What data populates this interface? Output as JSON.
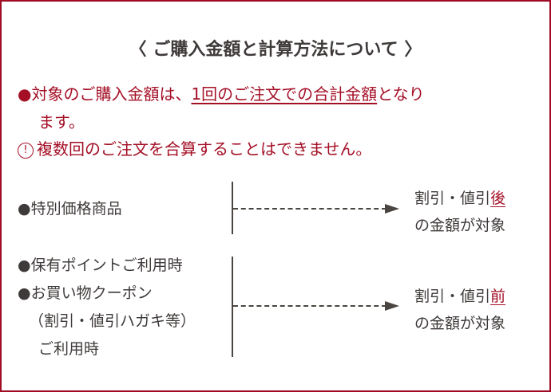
{
  "title": "〈 ご購入金額と計算方法について 〉",
  "notice": {
    "bullet": "●",
    "line1_prefix": "対象のご購入金額は、",
    "line1_underlined": "1回のご注文での合計金額",
    "line1_suffix": "となり",
    "line2": "ます。",
    "warning_icon": "!",
    "warning_text": "複数回のご注文を合算することはできません。"
  },
  "rows": [
    {
      "left": [
        "●特別価格商品"
      ],
      "right_prefix": "割引・値引",
      "right_highlight": "後",
      "right_line2": "の金額が対象"
    },
    {
      "left": [
        "●保有ポイントご利用時",
        "●お買い物クーポン",
        "（割引・値引ハガキ等）",
        "ご利用時"
      ],
      "right_prefix": "割引・値引",
      "right_highlight": "前",
      "right_line2": "の金額が対象"
    }
  ],
  "colors": {
    "accent": "#a40f26",
    "text": "#3e3a39",
    "border": "#a00c24"
  }
}
